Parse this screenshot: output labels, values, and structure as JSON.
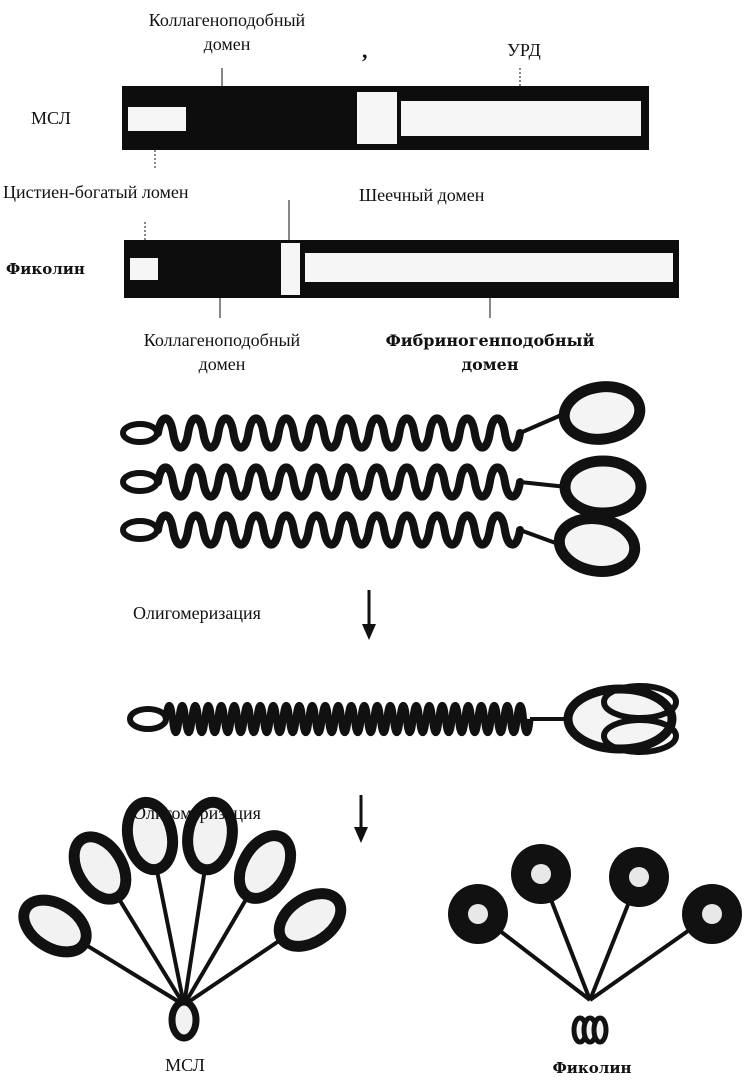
{
  "colors": {
    "ink": "#111111",
    "dark_domain": "#0d0d0d",
    "light_domain": "#f6f6f6",
    "background": "#ffffff"
  },
  "msl_gene": {
    "row_label": "МСЛ",
    "label_collagen_top": "Коллагеноподобный домен",
    "label_collagen_line1": "Коллагеноподобный",
    "label_collagen_line2": "домен",
    "label_comma": ",",
    "label_crd": "УРД",
    "label_cys": "Цистиен-богатый ломен",
    "label_neck": "Шеечный домен"
  },
  "ficolin_gene": {
    "row_label": "Фиколин",
    "label_collagen_line1": "Коллагеноподобный",
    "label_collagen_line2": "домен",
    "label_fib_line1": "Фибриногенподобный",
    "label_fib_line2": "домен"
  },
  "steps": {
    "oligomerization_1": "Олигомеризация",
    "oligomerization_2": "Олигомеризация"
  },
  "bottom": {
    "msl_caption": "МСЛ",
    "ficolin_caption": "Фиколин"
  },
  "icons": [
    "down-arrow-icon",
    "down-arrow-icon"
  ]
}
